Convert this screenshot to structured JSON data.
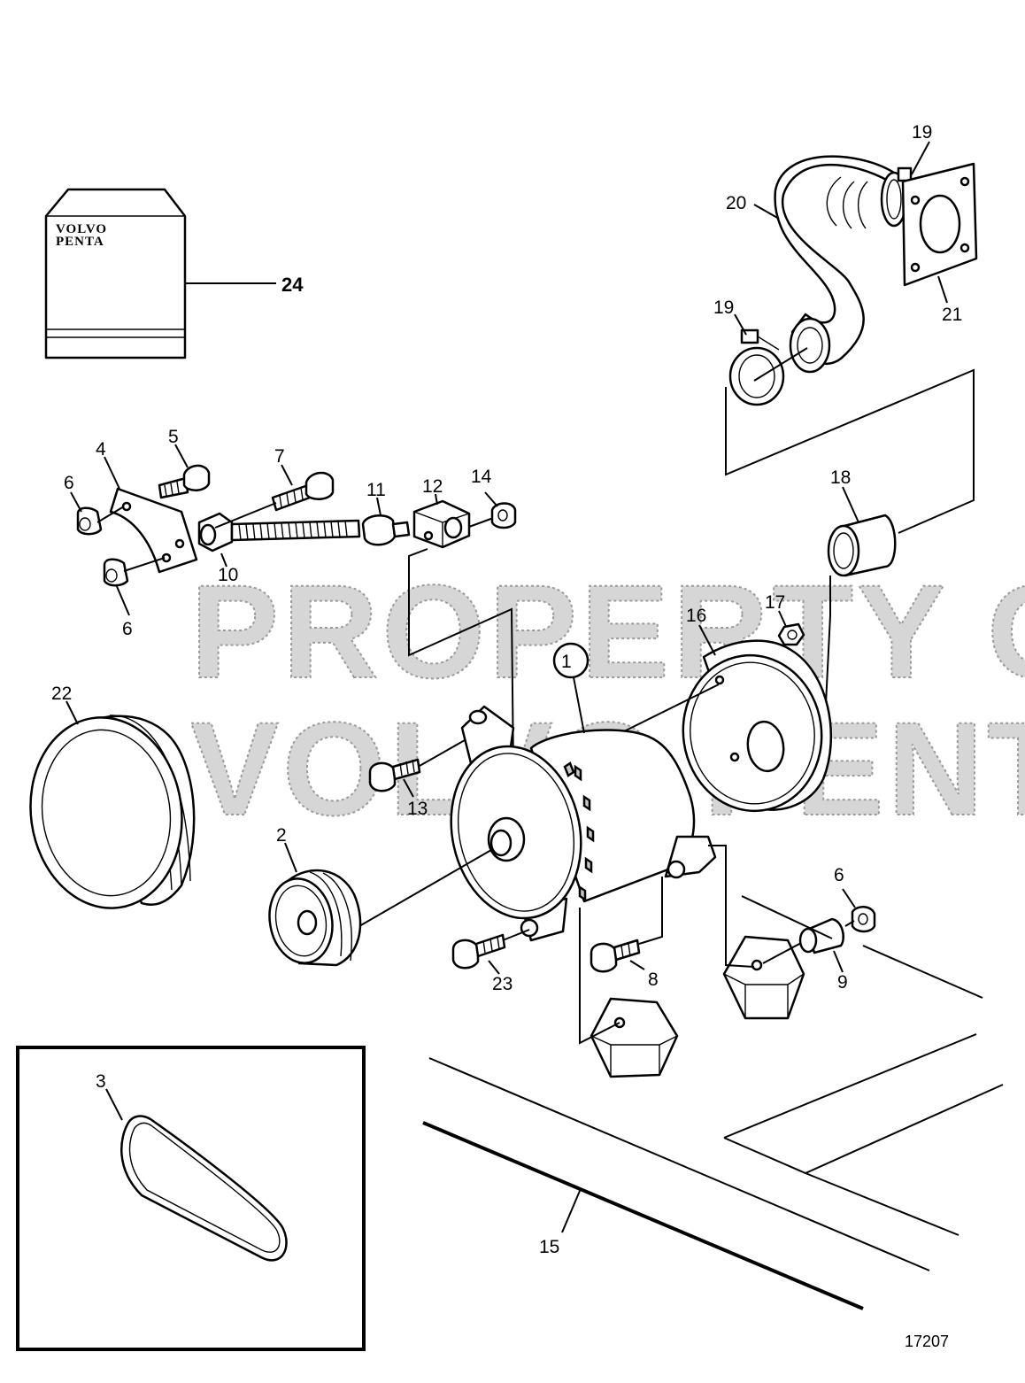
{
  "diagram": {
    "figure_number": "17207",
    "brand_badge": {
      "line1": "VOLVO",
      "line2": "PENTA"
    },
    "watermark": {
      "line1": "PROPERTY OF",
      "line2": "VOLVO PENTA"
    },
    "callouts": {
      "c1": "1",
      "c2": "2",
      "c3": "3",
      "c4": "4",
      "c5": "5",
      "c6a": "6",
      "c6b": "6",
      "c6c": "6",
      "c7": "7",
      "c8": "8",
      "c9": "9",
      "c10": "10",
      "c11": "11",
      "c12": "12",
      "c13": "13",
      "c14": "14",
      "c15": "15",
      "c16": "16",
      "c17": "17",
      "c18": "18",
      "c19a": "19",
      "c19b": "19",
      "c20": "20",
      "c21": "21",
      "c22": "22",
      "c23": "23",
      "c24": "24"
    }
  }
}
